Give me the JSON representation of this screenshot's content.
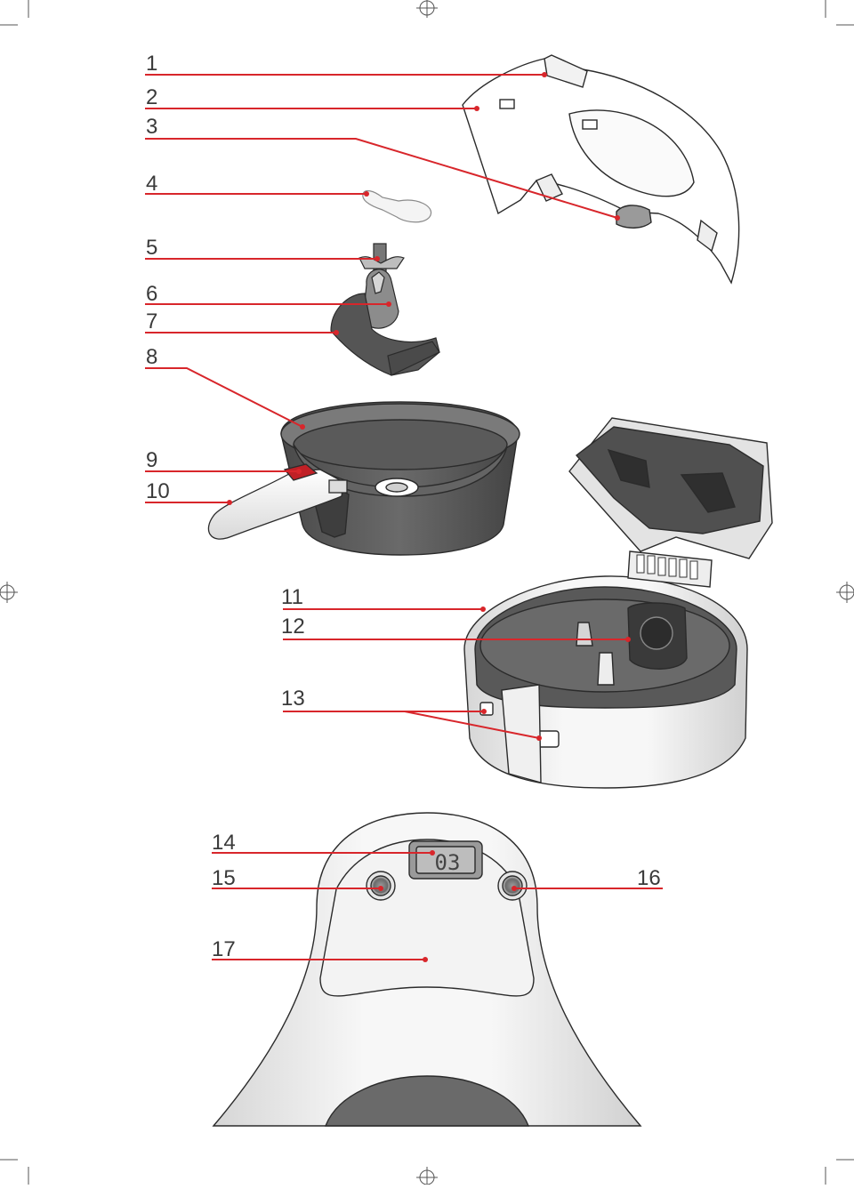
{
  "callouts": {
    "c1": "1",
    "c2": "2",
    "c3": "3",
    "c4": "4",
    "c5": "5",
    "c6": "6",
    "c7": "7",
    "c8": "8",
    "c9": "9",
    "c10": "10",
    "c11": "11",
    "c12": "12",
    "c13": "13",
    "c14": "14",
    "c15": "15",
    "c16": "16",
    "c17": "17"
  },
  "display": {
    "readout": "03"
  },
  "colors": {
    "leader": "#d8262b",
    "outline": "#2b2b2b",
    "dark_part": "#555555",
    "body_light": "#eeeeee",
    "crop_marks": "#555555"
  }
}
